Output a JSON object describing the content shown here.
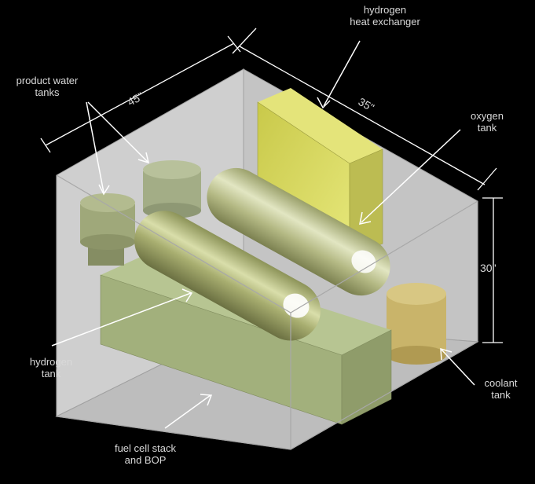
{
  "labels": {
    "hydrogen_heat_exchanger": "hydrogen\nheat exchanger",
    "product_water_tanks": "product water\ntanks",
    "oxygen_tank": "oxygen\ntank",
    "hydrogen_tank": "hydrogen\ntank",
    "coolant_tank": "coolant\ntank",
    "fuel_cell_stack": "fuel cell stack\nand BOP"
  },
  "dimensions": {
    "width": "45\"",
    "depth": "35\"",
    "height": "30\""
  }
}
